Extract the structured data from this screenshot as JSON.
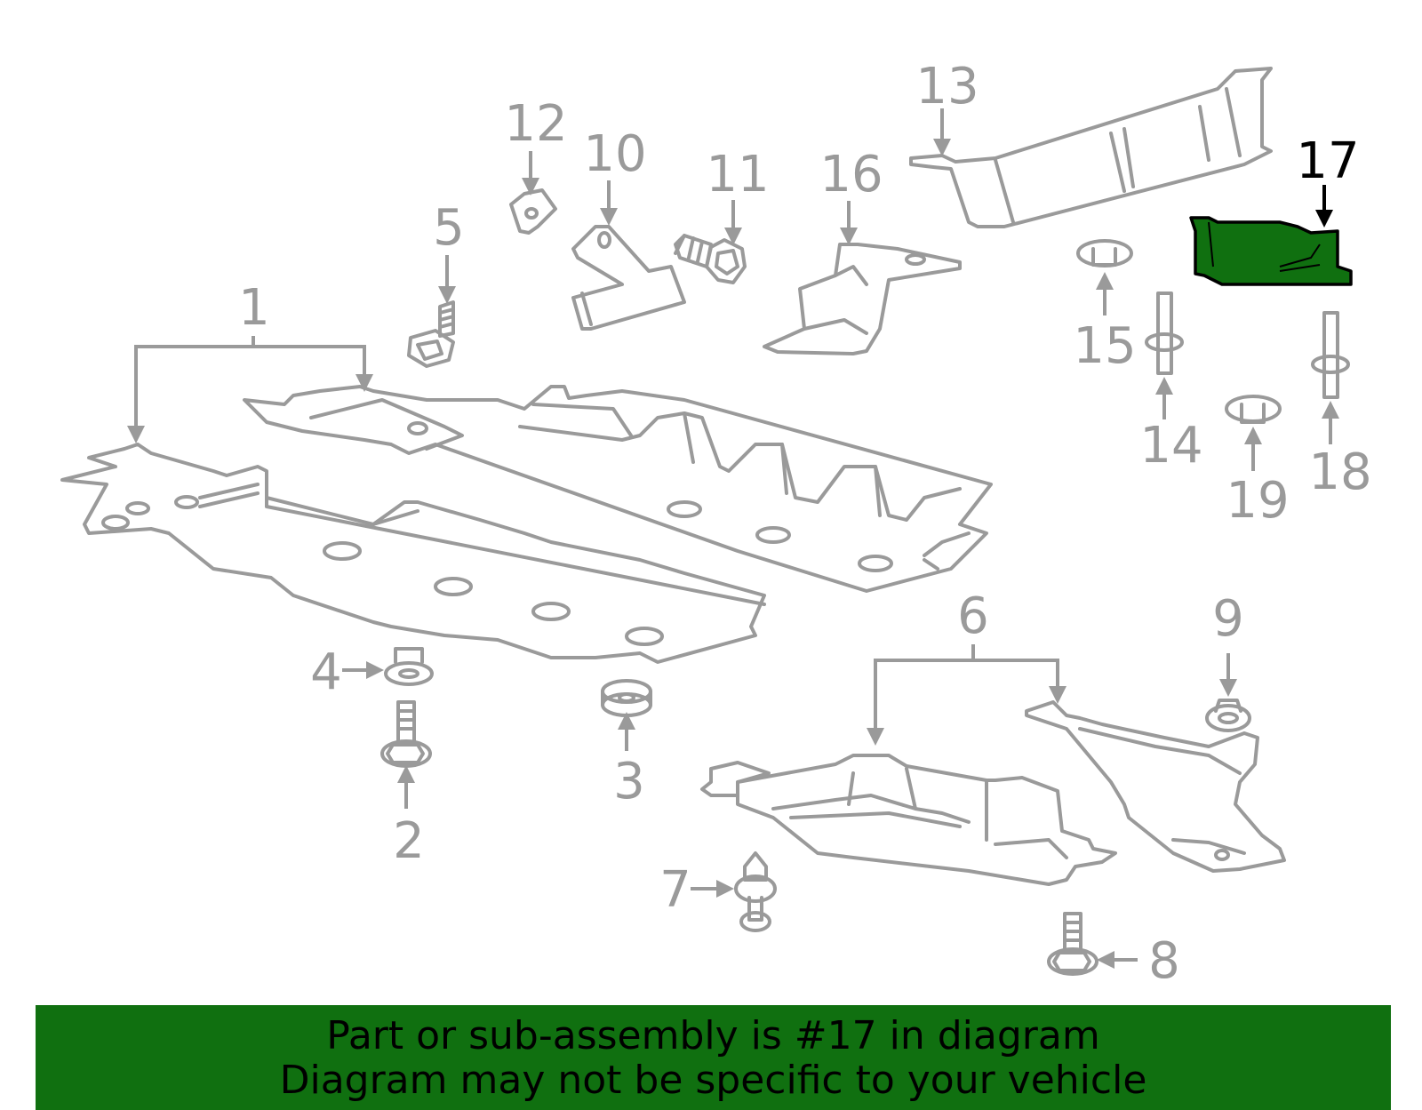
{
  "diagram": {
    "highlight_color": "#107010",
    "part_color": "#9a9a9a",
    "callouts": [
      {
        "id": "1",
        "label": "1"
      },
      {
        "id": "2",
        "label": "2"
      },
      {
        "id": "3",
        "label": "3"
      },
      {
        "id": "4",
        "label": "4"
      },
      {
        "id": "5",
        "label": "5"
      },
      {
        "id": "6",
        "label": "6"
      },
      {
        "id": "7",
        "label": "7"
      },
      {
        "id": "8",
        "label": "8"
      },
      {
        "id": "9",
        "label": "9"
      },
      {
        "id": "10",
        "label": "10"
      },
      {
        "id": "11",
        "label": "11"
      },
      {
        "id": "12",
        "label": "12"
      },
      {
        "id": "13",
        "label": "13"
      },
      {
        "id": "14",
        "label": "14"
      },
      {
        "id": "15",
        "label": "15"
      },
      {
        "id": "16",
        "label": "16"
      },
      {
        "id": "17",
        "label": "17",
        "highlighted": true
      },
      {
        "id": "18",
        "label": "18"
      },
      {
        "id": "19",
        "label": "19"
      }
    ]
  },
  "banner": {
    "line1": "Part or sub-assembly is #17 in diagram",
    "line2": "Diagram may not be specific to your vehicle",
    "background": "#107010"
  }
}
